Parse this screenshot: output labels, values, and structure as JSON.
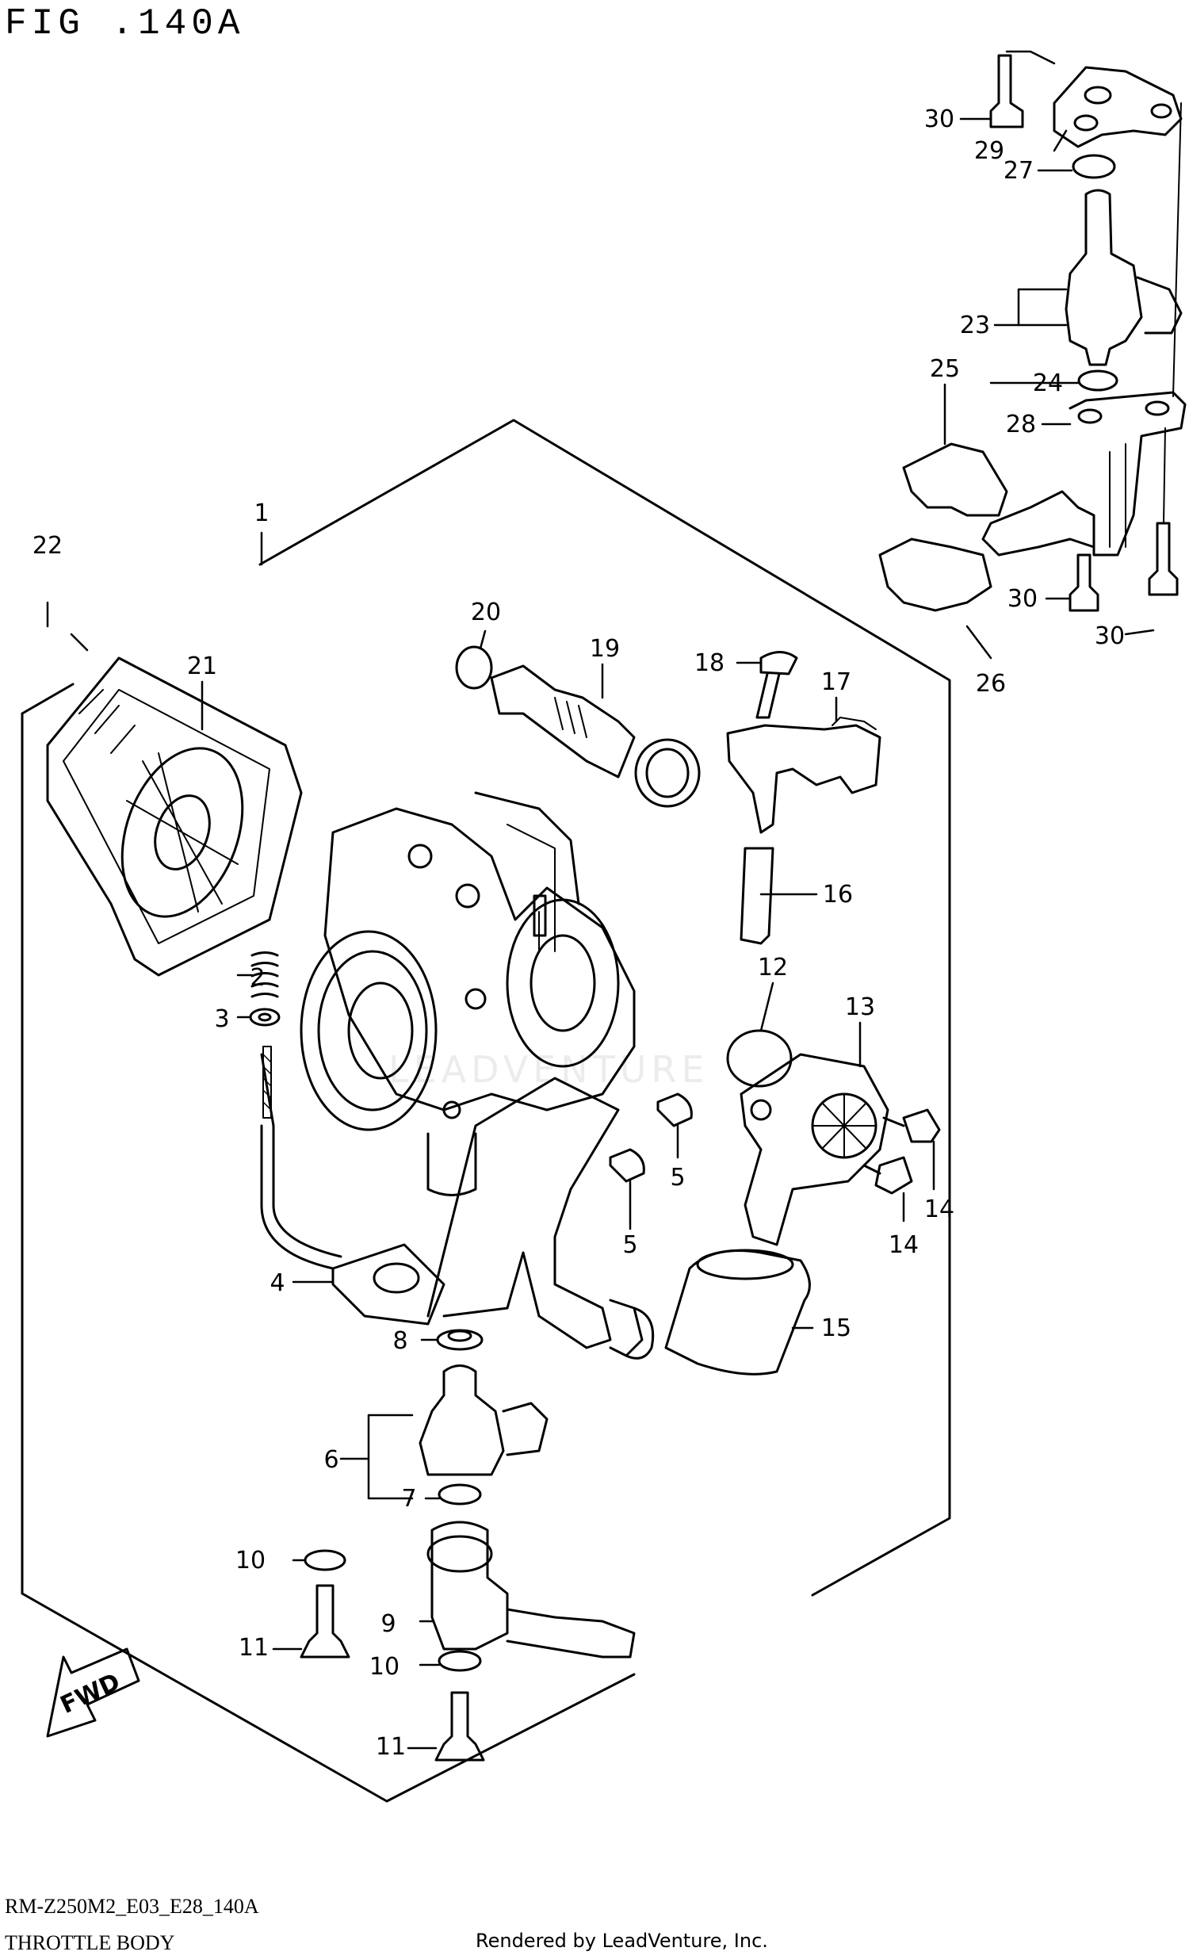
{
  "figure": {
    "title": "FIG .140A",
    "model_code": "RM-Z250M2_E03_E28_140A",
    "section_name": "THROTTLE BODY",
    "credit": "Rendered by LeadVenture, Inc.",
    "watermark": "LEADVENTURE",
    "fwd_label": "FWD"
  },
  "callouts": [
    {
      "id": "c1",
      "label": "1"
    },
    {
      "id": "c2",
      "label": "2"
    },
    {
      "id": "c3",
      "label": "3"
    },
    {
      "id": "c4",
      "label": "4"
    },
    {
      "id": "c5a",
      "label": "5"
    },
    {
      "id": "c5b",
      "label": "5"
    },
    {
      "id": "c6",
      "label": "6"
    },
    {
      "id": "c7",
      "label": "7"
    },
    {
      "id": "c8",
      "label": "8"
    },
    {
      "id": "c9",
      "label": "9"
    },
    {
      "id": "c10a",
      "label": "10"
    },
    {
      "id": "c10b",
      "label": "10"
    },
    {
      "id": "c11a",
      "label": "11"
    },
    {
      "id": "c11b",
      "label": "11"
    },
    {
      "id": "c12",
      "label": "12"
    },
    {
      "id": "c13",
      "label": "13"
    },
    {
      "id": "c14a",
      "label": "14"
    },
    {
      "id": "c14b",
      "label": "14"
    },
    {
      "id": "c15",
      "label": "15"
    },
    {
      "id": "c16",
      "label": "16"
    },
    {
      "id": "c17",
      "label": "17"
    },
    {
      "id": "c18",
      "label": "18"
    },
    {
      "id": "c19",
      "label": "19"
    },
    {
      "id": "c20",
      "label": "20"
    },
    {
      "id": "c21",
      "label": "21"
    },
    {
      "id": "c22",
      "label": "22"
    },
    {
      "id": "c23",
      "label": "23"
    },
    {
      "id": "c24",
      "label": "24"
    },
    {
      "id": "c25",
      "label": "25"
    },
    {
      "id": "c26",
      "label": "26"
    },
    {
      "id": "c27",
      "label": "27"
    },
    {
      "id": "c28",
      "label": "28"
    },
    {
      "id": "c29",
      "label": "29"
    },
    {
      "id": "c30a",
      "label": "30"
    },
    {
      "id": "c30b",
      "label": "30"
    },
    {
      "id": "c30c",
      "label": "30"
    }
  ]
}
